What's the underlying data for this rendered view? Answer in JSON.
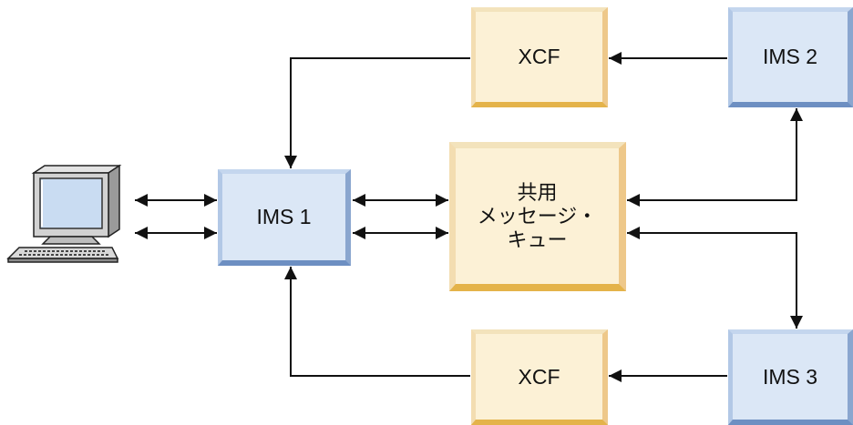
{
  "nodes": {
    "ims1": "IMS 1",
    "ims2": "IMS 2",
    "ims3": "IMS 3",
    "xcf_top": "XCF",
    "xcf_bottom": "XCF",
    "queue": [
      "共用",
      "メッセージ・",
      "キュー"
    ]
  },
  "icons": {
    "terminal": "desktop-computer-icon"
  },
  "colors": {
    "ims_fill": "#dbe7f6",
    "xcf_fill": "#fcf1d6",
    "arrow": "#111111"
  }
}
